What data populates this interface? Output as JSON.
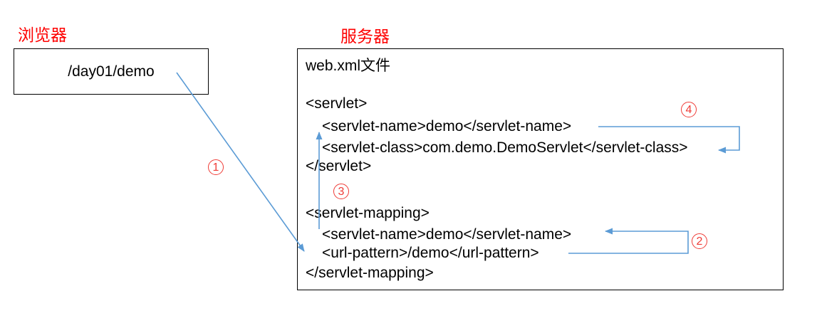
{
  "colors": {
    "accent_blue": "#5b9bd5",
    "label_red": "#ef3b36",
    "title_red": "#fe0000",
    "text_black": "#000000"
  },
  "browser": {
    "title": "浏览器",
    "request_url": "/day01/demo"
  },
  "server": {
    "title": "服务器",
    "file_title": "web.xml文件",
    "servlet_block": {
      "open_tag": "<servlet>",
      "name_line": "<servlet-name>demo</servlet-name>",
      "class_line": "<servlet-class>com.demo.DemoServlet</servlet-class>",
      "close_tag": "</servlet>"
    },
    "mapping_block": {
      "open_tag": "<servlet-mapping>",
      "name_line": "<servlet-name>demo</servlet-name>",
      "url_line": "<url-pattern>/demo</url-pattern>",
      "close_tag": "</servlet-mapping>"
    }
  },
  "steps": {
    "step1": "1",
    "step2": "2",
    "step3": "3",
    "step4": "4"
  }
}
